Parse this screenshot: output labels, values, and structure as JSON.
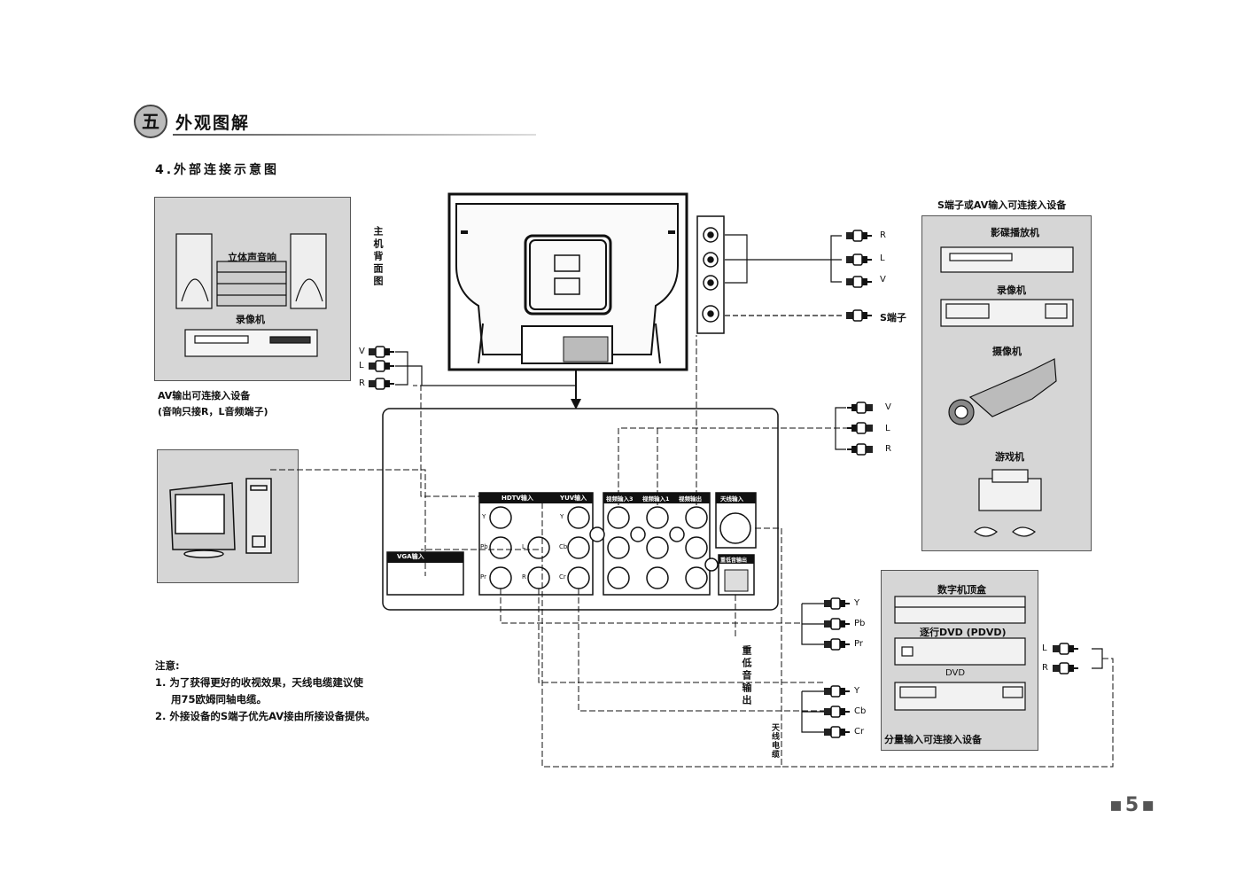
{
  "section": {
    "badge": "五",
    "title": "外观图解"
  },
  "subtitle": "4.外部连接示意图",
  "tv_label": "主机背面图",
  "av_out_group": {
    "device_labels": [
      "立体声音响",
      "录像机"
    ],
    "caption_line1": "AV输出可连接入设备",
    "caption_line2": "(音响只接R，L音频端子)",
    "jacks": [
      "V",
      "L",
      "R"
    ]
  },
  "right_top_group": {
    "title": "S端子或AV输入可连接入设备",
    "devices": [
      "影碟播放机",
      "录像机",
      "摄像机",
      "游戏机"
    ],
    "plug_labels_top": [
      "R",
      "L",
      "V",
      "S端子"
    ],
    "plug_labels_mid": [
      "V",
      "L",
      "R"
    ]
  },
  "rear_panel": {
    "vga_label": "VGA输入",
    "hdtv_label": "HDTV输入",
    "yuv_label": "YUV输入",
    "video_labels": [
      "视频输入3",
      "视频输入1",
      "视频输出"
    ],
    "ant_label": "天线输入",
    "sub_label": "重低音输出",
    "hdtv_jacks": [
      "Y",
      "Pb",
      "Pr"
    ],
    "yuv_jacks": [
      "Y",
      "Cb",
      "Cr"
    ],
    "lr_jacks": [
      "L",
      "R"
    ]
  },
  "bottom_right_group": {
    "devices": [
      "数字机顶盒",
      "逐行DVD (PDVD)",
      "DVD"
    ],
    "caption": "分量输入可连接入设备",
    "plug_labels_pb": [
      "Y",
      "Pb",
      "Pr"
    ],
    "plug_labels_cb": [
      "Y",
      "Cb",
      "Cr"
    ],
    "audio_plugs": [
      "L",
      "R"
    ]
  },
  "vertical_labels": {
    "subwoofer": "重低音输出",
    "antenna": "天线电缆"
  },
  "notes": {
    "heading": "注意:",
    "item1_line1": "1. 为了获得更好的收视效果，天线电缆建议使",
    "item1_line2": "用75欧姆同轴电缆。",
    "item2": "2. 外接设备的S端子优先AV接由所接设备提供。"
  },
  "page_number": "5"
}
